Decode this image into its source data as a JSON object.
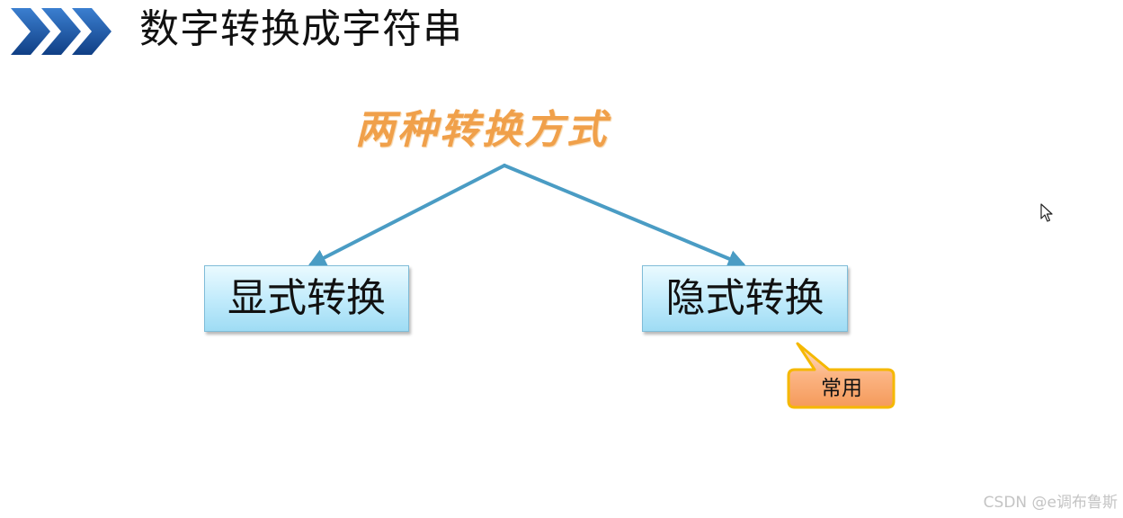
{
  "slide": {
    "title": "数字转换成字符串",
    "subtitle": "两种转换方式",
    "left_box": "显式转换",
    "right_box": "隐式转换",
    "callout": "常用",
    "watermark": "CSDN @e调布鲁斯"
  },
  "icons": {
    "title_decoration": "triple-chevron-icon",
    "pointer": "mouse-cursor-icon"
  },
  "colors": {
    "chevron_blue": "#1f5fa8",
    "subtitle_orange": "#f0a04a",
    "arrow_blue": "#4a9cc4",
    "box_fill": "#bfeafb",
    "callout_fill": "#fbb483",
    "callout_border": "#f5b800"
  }
}
